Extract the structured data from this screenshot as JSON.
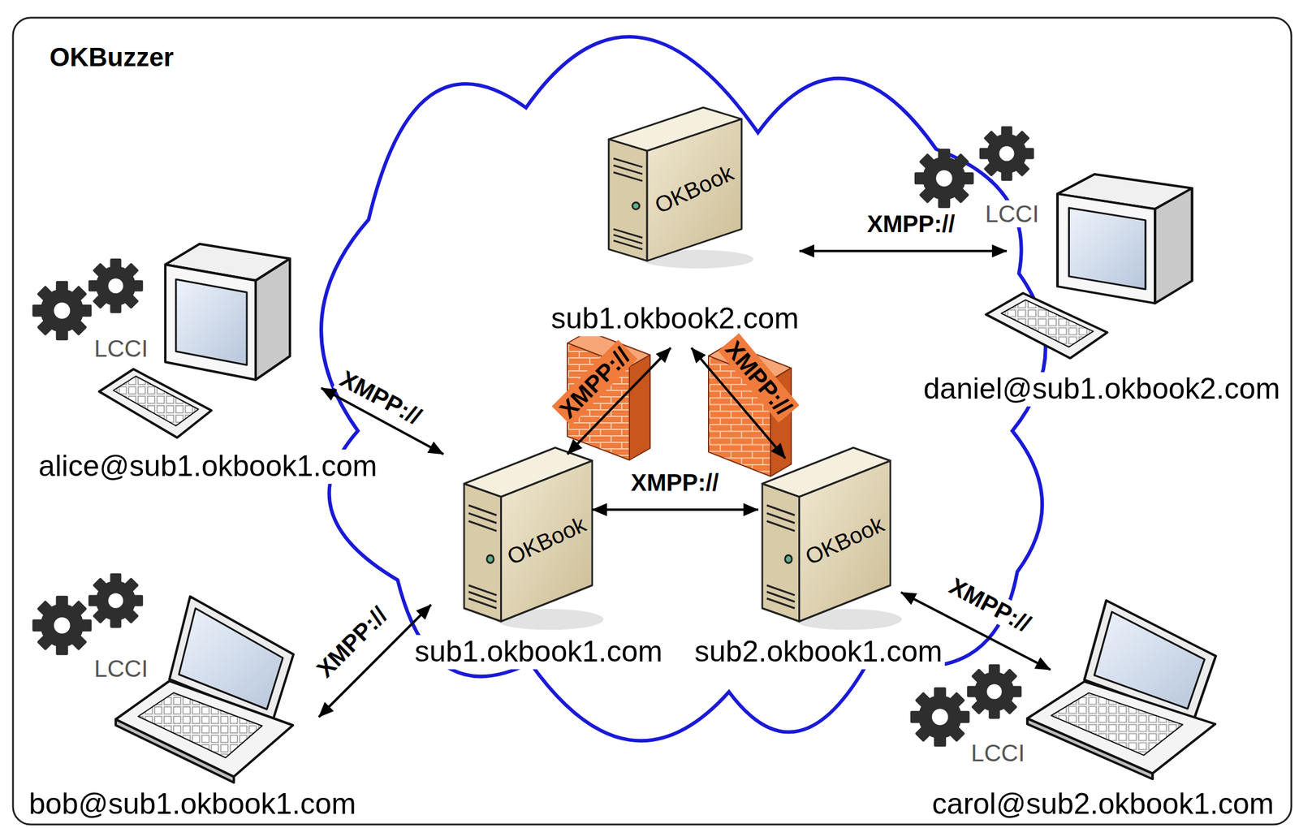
{
  "diagram": {
    "title": "OKBuzzer",
    "nodes": [
      {
        "text": [
          "OKBook",
          "sub1.okbook2.com"
        ]
      },
      {
        "text": [
          "LCCI",
          "daniel@sub1.okbook2.com"
        ]
      },
      {
        "text": [
          "LCCI",
          "alice@sub1.okbook1.com"
        ]
      },
      {
        "text": [
          "OKBook",
          "sub1.okbook1.com"
        ]
      },
      {
        "text": [
          "OKBook",
          "sub2.okbook1.com"
        ]
      },
      {
        "text": [
          "LCCI",
          "bob@sub1.okbook1.com"
        ]
      },
      {
        "text": [
          "LCCI",
          "carol@sub2.okbook1.com"
        ]
      }
    ],
    "edges": [
      {
        "from": 2,
        "to": 3,
        "label": "XMPP://",
        "arrow": "both"
      },
      {
        "from": 5,
        "to": 3,
        "label": "XMPP://",
        "arrow": "both"
      },
      {
        "from": 3,
        "to": 0,
        "label": "XMPP://",
        "arrow": "both"
      },
      {
        "from": 4,
        "to": 0,
        "label": "XMPP://",
        "arrow": "both"
      },
      {
        "from": 3,
        "to": 4,
        "label": "XMPP://",
        "arrow": "both"
      },
      {
        "from": 0,
        "to": 1,
        "label": "XMPP://",
        "arrow": "both"
      },
      {
        "from": 4,
        "to": 6,
        "label": "XMPP://",
        "arrow": "both"
      }
    ]
  }
}
